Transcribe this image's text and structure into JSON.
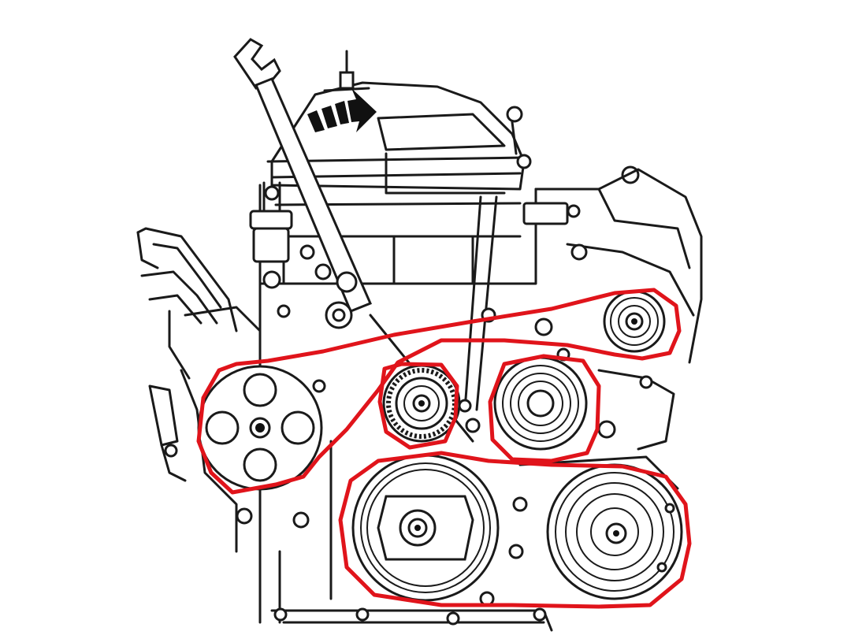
{
  "diagram": {
    "accent_color": "#e0141b",
    "line_color": "#1a1a1a",
    "components": [
      {
        "id": "wrench",
        "icon": "wrench-icon"
      },
      {
        "id": "rotation-arrow",
        "icon": "arrow-right-icon"
      },
      {
        "id": "alternator-pulley",
        "icon": "pulley-icon"
      },
      {
        "id": "power-steering-pump-pulley",
        "icon": "pulley-icon"
      },
      {
        "id": "belt-tensioner-pulley",
        "icon": "pulley-icon"
      },
      {
        "id": "idler-pulley",
        "icon": "pulley-icon"
      },
      {
        "id": "crankshaft-pulley",
        "icon": "pulley-icon"
      },
      {
        "id": "ac-compressor-pulley",
        "icon": "pulley-icon"
      }
    ],
    "belt_routes": [
      {
        "id": "upper-belt",
        "color": "#e0141b"
      },
      {
        "id": "idler-belt",
        "color": "#e0141b"
      },
      {
        "id": "lower-belt",
        "color": "#e0141b"
      }
    ]
  }
}
